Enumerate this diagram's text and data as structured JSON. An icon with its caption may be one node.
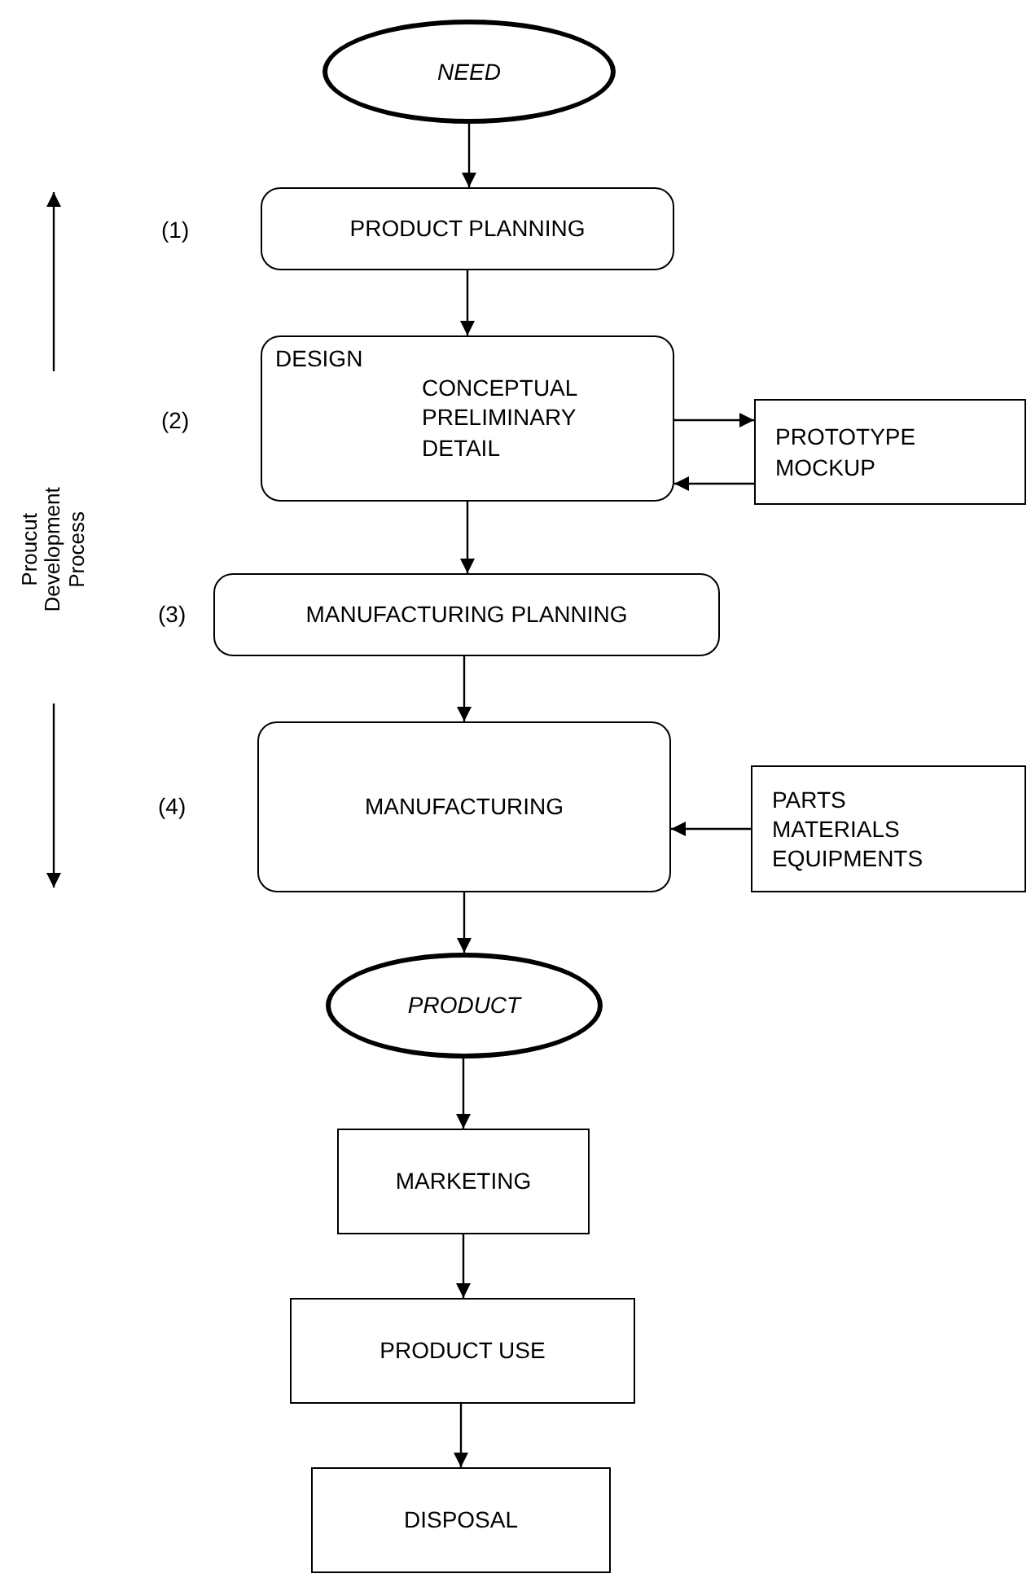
{
  "diagram": {
    "nodes": [
      {
        "text": [
          "NEED"
        ]
      },
      {
        "text": [
          "PRODUCT PLANNING"
        ]
      },
      {
        "text": [
          "DESIGN",
          "CONCEPTUAL PRELIMINARY DETAIL"
        ]
      },
      {
        "text": [
          "PROTOTYPE MOCKUP"
        ]
      },
      {
        "text": [
          "MANUFACTURING PLANNING"
        ]
      },
      {
        "text": [
          "MANUFACTURING"
        ]
      },
      {
        "text": [
          "PARTS MATERIALS EQUIPMENTS"
        ]
      },
      {
        "text": [
          "PRODUCT"
        ]
      },
      {
        "text": [
          "MARKETING"
        ]
      },
      {
        "text": [
          "PRODUCT USE"
        ]
      },
      {
        "text": [
          "DISPOSAL"
        ]
      }
    ],
    "edges": [
      {
        "from": 0,
        "to": 1,
        "arrow": "to"
      },
      {
        "from": 1,
        "to": 2,
        "arrow": "to"
      },
      {
        "from": 2,
        "to": 3,
        "arrow": "to"
      },
      {
        "from": 3,
        "to": 2,
        "arrow": "to"
      },
      {
        "from": 2,
        "to": 4,
        "arrow": "to"
      },
      {
        "from": 4,
        "to": 5,
        "arrow": "to"
      },
      {
        "from": 6,
        "to": 5,
        "arrow": "to"
      },
      {
        "from": 5,
        "to": 7,
        "arrow": "to"
      },
      {
        "from": 7,
        "to": 8,
        "arrow": "to"
      },
      {
        "from": 8,
        "to": 9,
        "arrow": "to"
      },
      {
        "from": 9,
        "to": 10,
        "arrow": "to"
      }
    ],
    "labels": [
      "(1)",
      "(2)",
      "(3)",
      "(4)",
      "Proucut Development Process"
    ]
  }
}
